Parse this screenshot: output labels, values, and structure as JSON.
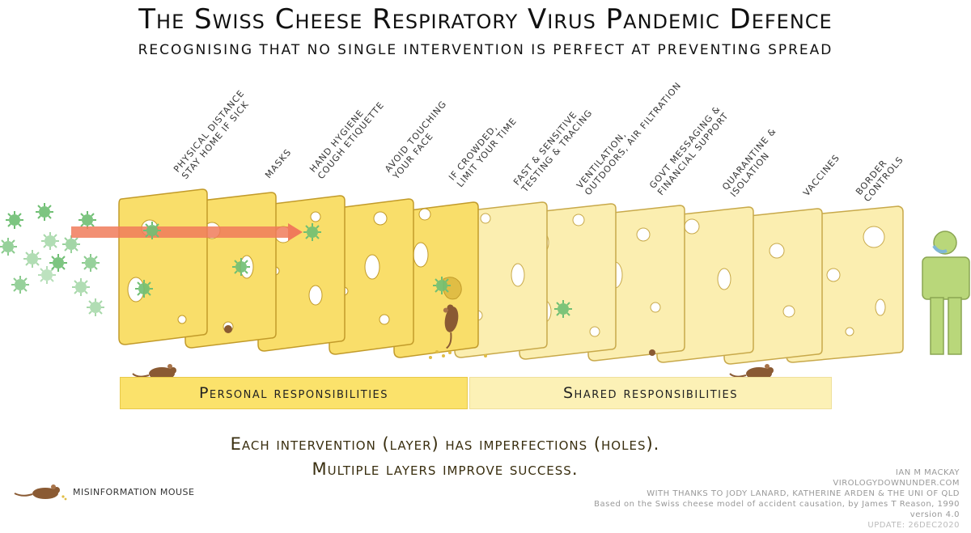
{
  "title": "The Swiss Cheese Respiratory Virus Pandemic Defence",
  "subtitle": "RECOGNISING THAT NO SINGLE INTERVENTION IS PERFECT AT PREVENTING SPREAD",
  "layers": [
    {
      "line1": "Physical distance",
      "line2": "stay home if sick"
    },
    {
      "line1": "Masks",
      "line2": ""
    },
    {
      "line1": "Hand hygiene",
      "line2": "cough etiquette"
    },
    {
      "line1": "Avoid touching",
      "line2": "your face"
    },
    {
      "line1": "If crowded,",
      "line2": "limit your time"
    },
    {
      "line1": "Fast & sensitive",
      "line2": "testing & tracing"
    },
    {
      "line1": "Ventilation,",
      "line2": "outdoors, air filtration"
    },
    {
      "line1": "Govt messaging &",
      "line2": "financial support"
    },
    {
      "line1": "Quarantine &",
      "line2": "isolation"
    },
    {
      "line1": "Vaccines",
      "line2": ""
    },
    {
      "line1": "Border",
      "line2": "controls"
    }
  ],
  "bands": {
    "personal": "Personal responsibilities",
    "shared": "Shared responsibilities"
  },
  "message": {
    "line1": "Each intervention (layer) has imperfections (holes).",
    "line2": "Multiple layers improve success."
  },
  "legend": {
    "mouse": "Misinformation mouse"
  },
  "credits": {
    "author": "IAN M MACKAY",
    "site": "VIROLOGYDOWNUNDER.COM",
    "thanks": "WITH THANKS TO JODY LANARD, KATHERINE ARDEN & THE UNI OF QLD",
    "based_on": "Based on the Swiss cheese model of accident causation, by James T Reason, 1990",
    "version": "version 4.0",
    "update": "UPDATE: 26DEC2020"
  },
  "colors": {
    "personal_cheese": "#f9de6a",
    "shared_cheese": "#fbeeb0",
    "virus": "#6fbf73",
    "arrow": "#f07b5a",
    "mouse": "#8a5a33",
    "person": "#b9d77a"
  }
}
